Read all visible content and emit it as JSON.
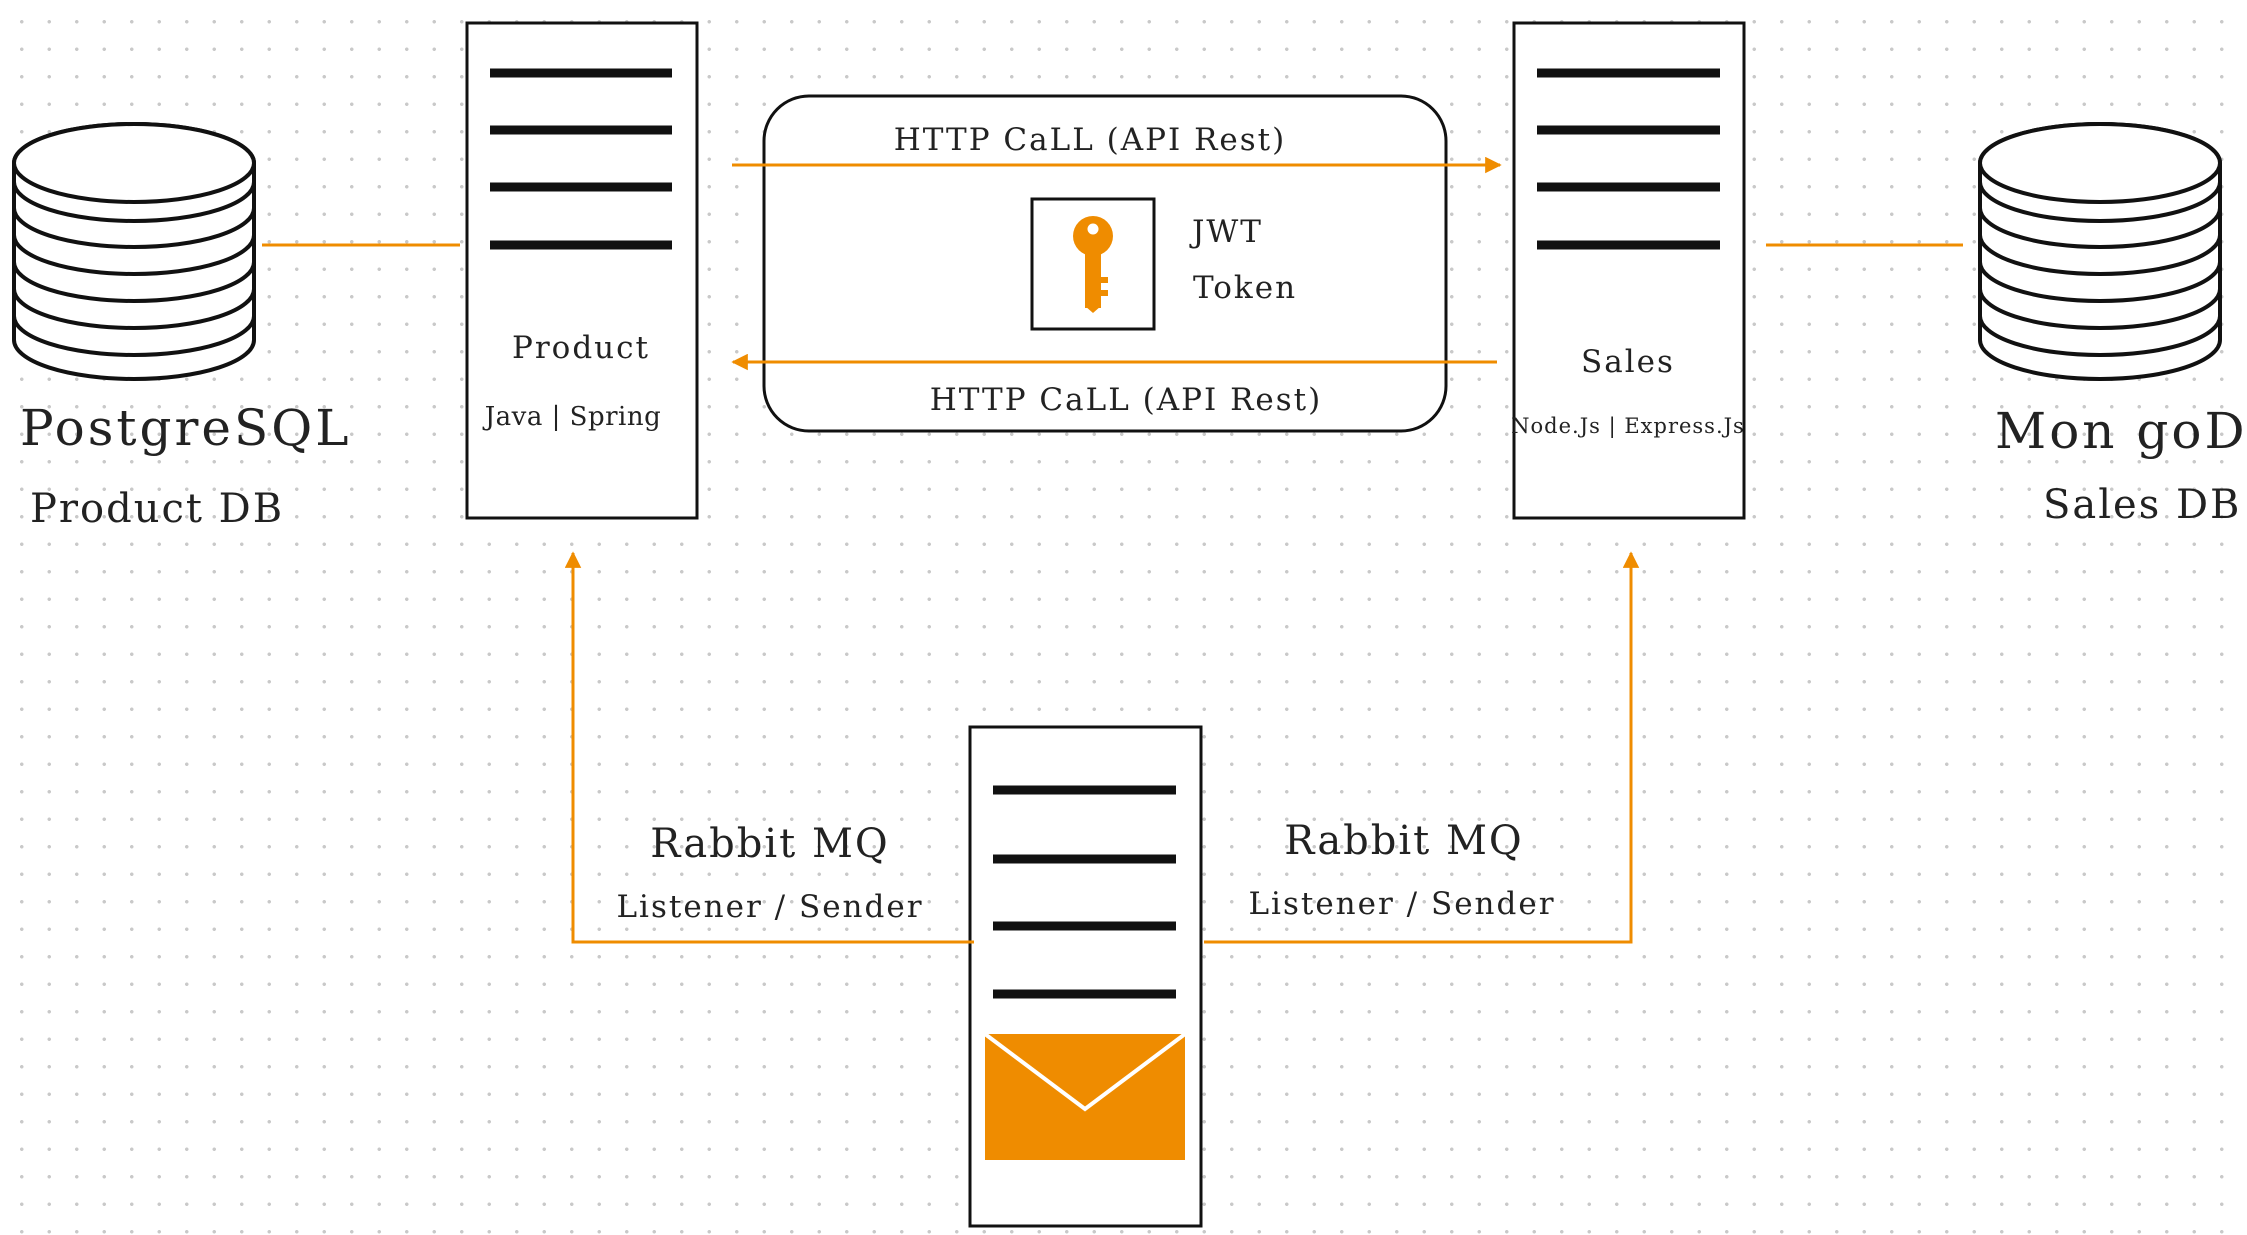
{
  "colors": {
    "accent": "#ef8c00",
    "stroke": "#111111",
    "background": "#ffffff",
    "grid_dot": "#c9c9c9"
  },
  "databases": {
    "postgres": {
      "name": "PostgreSQL",
      "subtitle": "Product DB",
      "icon": "database-stack-icon"
    },
    "mongo": {
      "name": "Mon goDB",
      "subtitle": "Sales DB",
      "icon": "database-stack-icon"
    }
  },
  "services": {
    "product": {
      "name": "Product",
      "stack": "Java | Spring",
      "icon": "server-icon"
    },
    "sales": {
      "name": "Sales",
      "stack": "Node.Js | Express.Js",
      "icon": "server-icon"
    },
    "broker": {
      "icon": "envelope-icon"
    }
  },
  "http": {
    "call_top": "HTTP CaLL   (API Rest)",
    "call_bottom": "HTTP CaLL   (API Rest)"
  },
  "auth": {
    "token_line1": "JWT",
    "token_line2": "Token",
    "icon": "key-icon"
  },
  "messaging": {
    "left_title": "Rabbit MQ",
    "left_role": "Listener / Sender",
    "right_title": "Rabbit MQ",
    "right_role": "Listener / Sender"
  }
}
